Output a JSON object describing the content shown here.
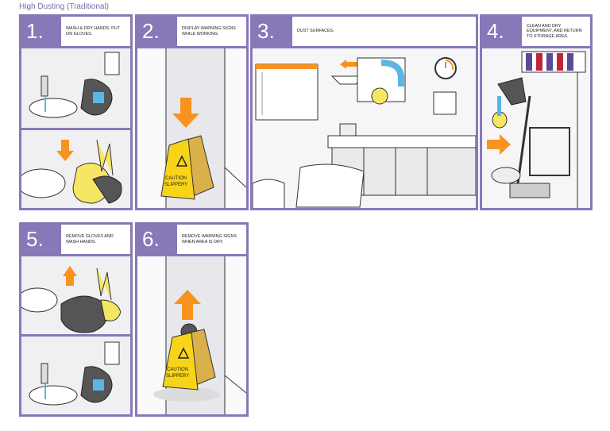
{
  "title": "High Dusting (Traditional)",
  "steps": [
    {
      "number": "1.",
      "caption": "Wash & dry hands. Put on gloves."
    },
    {
      "number": "2.",
      "caption": "Display warning signs while working."
    },
    {
      "number": "3.",
      "caption": "Dust surfaces."
    },
    {
      "number": "4.",
      "caption": "Clean and dry equipment, and return to storage area."
    },
    {
      "number": "5.",
      "caption": "Remove gloves and wash hands."
    },
    {
      "number": "6.",
      "caption": "Remove warning signs when area is dry."
    }
  ],
  "sign_text": {
    "line1": "CAUTION",
    "line2": "SLIPPERY"
  },
  "colors": {
    "accent": "#8878b8",
    "arrow": "#f7931e",
    "glove": "#f5e663",
    "sign": "#f7d417",
    "wall": "#e8e8ec"
  },
  "icons": [
    "down-arrow-icon",
    "up-arrow-icon",
    "right-arrow-icon",
    "left-arrow-icon",
    "wet-floor-sign-icon",
    "glove-icon",
    "clock-icon"
  ]
}
